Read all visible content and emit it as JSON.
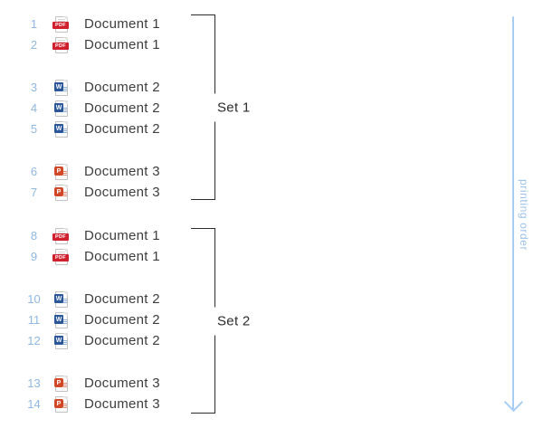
{
  "diagram": {
    "arrow_label": "printing order"
  },
  "rows": [
    {
      "number": "1",
      "icon": "pdf",
      "icon_label": "PDF",
      "label": "Document 1"
    },
    {
      "number": "2",
      "icon": "pdf",
      "icon_label": "PDF",
      "label": "Document 1"
    },
    {
      "number": "3",
      "icon": "word",
      "icon_label": "W",
      "label": "Document 2"
    },
    {
      "number": "4",
      "icon": "word",
      "icon_label": "W",
      "label": "Document 2"
    },
    {
      "number": "5",
      "icon": "word",
      "icon_label": "W",
      "label": "Document 2"
    },
    {
      "number": "6",
      "icon": "ppt",
      "icon_label": "P",
      "label": "Document 3"
    },
    {
      "number": "7",
      "icon": "ppt",
      "icon_label": "P",
      "label": "Document 3"
    },
    {
      "number": "8",
      "icon": "pdf",
      "icon_label": "PDF",
      "label": "Document 1"
    },
    {
      "number": "9",
      "icon": "pdf",
      "icon_label": "PDF",
      "label": "Document 1"
    },
    {
      "number": "10",
      "icon": "word",
      "icon_label": "W",
      "label": "Document 2"
    },
    {
      "number": "11",
      "icon": "word",
      "icon_label": "W",
      "label": "Document 2"
    },
    {
      "number": "12",
      "icon": "word",
      "icon_label": "W",
      "label": "Document 2"
    },
    {
      "number": "13",
      "icon": "ppt",
      "icon_label": "P",
      "label": "Document 3"
    },
    {
      "number": "14",
      "icon": "ppt",
      "icon_label": "P",
      "label": "Document 3"
    }
  ],
  "sets": [
    {
      "label": "Set 1"
    },
    {
      "label": "Set 2"
    }
  ],
  "colors": {
    "number_blue": "#8fb7e0",
    "arrow_blue": "#a8cdf3",
    "text_dark": "#3d3d3d",
    "bracket_dark": "#2c2c2c",
    "pdf_red": "#d0202e",
    "word_blue": "#2b579a",
    "ppt_orange": "#d24726"
  }
}
